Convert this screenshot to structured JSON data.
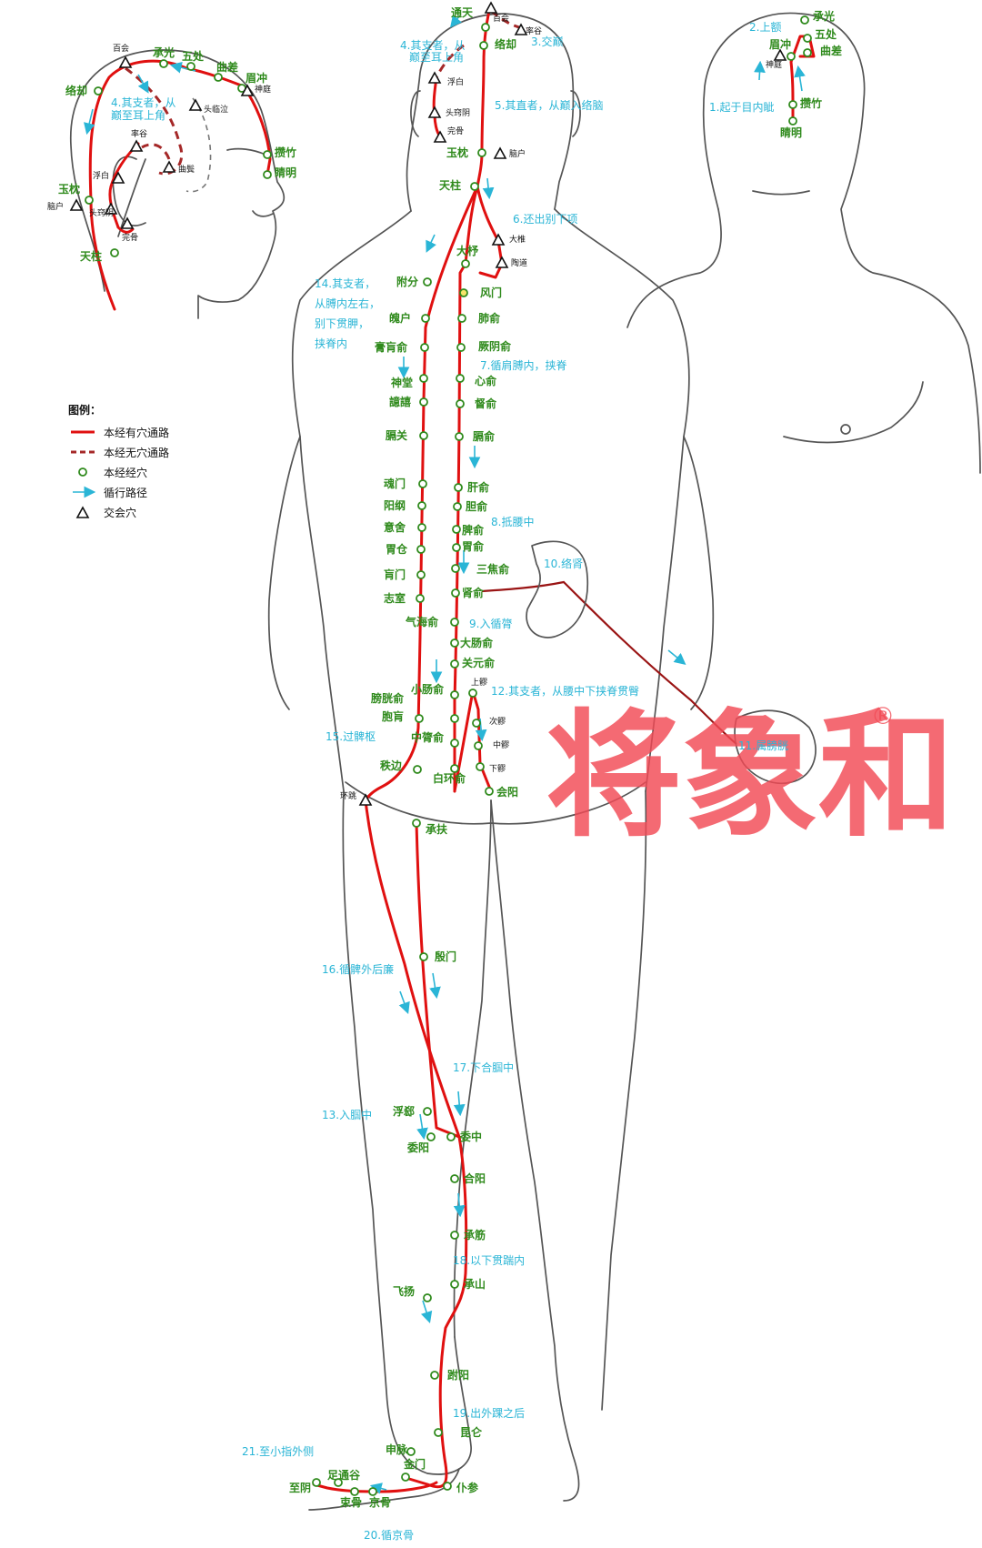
{
  "legend": {
    "title": "图例：",
    "items": [
      {
        "label": "本经有穴通路"
      },
      {
        "label": "本经无穴通路"
      },
      {
        "label": "本经经穴"
      },
      {
        "label": "循行路径"
      },
      {
        "label": "交会穴"
      }
    ]
  },
  "watermark": {
    "text": "将象和",
    "mark": "®"
  },
  "colors": {
    "meridian": "#e01010",
    "dashed": "#a52828",
    "point": "#2f8a1c",
    "step": "#2ab5d6"
  },
  "side_head": {
    "points": [
      "承光",
      "五处",
      "曲差",
      "眉冲",
      "络却",
      "攒竹",
      "睛明",
      "玉枕",
      "天柱"
    ],
    "crossings": [
      "百会",
      "神庭",
      "头临泣",
      "率谷",
      "曲鬓",
      "浮白",
      "脑户",
      "头窍阴",
      "完骨"
    ],
    "steps": [
      "4.其支者，从",
      "巅至耳上角"
    ]
  },
  "back_head": {
    "points": [
      "通天",
      "络却",
      "玉枕",
      "天柱"
    ],
    "crossings": [
      "百会",
      "率谷",
      "浮白",
      "头窍阴",
      "完骨",
      "脑户"
    ],
    "steps": [
      "3.交巅",
      "4.其支者，从",
      "巅至耳上角",
      "5.其直者，从巅入络脑",
      "6.还出别下项"
    ]
  },
  "front_head": {
    "points": [
      "承光",
      "五处",
      "曲差",
      "眉冲",
      "攒竹",
      "睛明"
    ],
    "crossings": [
      "神庭"
    ],
    "steps": [
      "2.上额",
      "1.起于目内眦"
    ]
  },
  "back_points": {
    "inner": [
      "大杼",
      "风门",
      "肺俞",
      "厥阴俞",
      "心俞",
      "督俞",
      "膈俞",
      "肝俞",
      "胆俞",
      "脾俞",
      "胃俞",
      "三焦俞",
      "肾俞",
      "气海俞",
      "大肠俞",
      "关元俞",
      "小肠俞",
      "膀胱俞",
      "中膂俞",
      "白环俞"
    ],
    "outer": [
      "附分",
      "魄户",
      "膏肓俞",
      "神堂",
      "譩譆",
      "膈关",
      "魂门",
      "阳纲",
      "意舍",
      "胃仓",
      "肓门",
      "志室",
      "胞肓",
      "秩边"
    ],
    "sacral": [
      "上髎",
      "次髎",
      "中髎",
      "下髎",
      "会阳"
    ],
    "crossings": [
      "大椎",
      "陶道",
      "环跳"
    ]
  },
  "leg_points": [
    "承扶",
    "殷门",
    "浮郄",
    "委阳",
    "委中",
    "合阳",
    "承筋",
    "承山",
    "飞扬",
    "跗阳",
    "昆仑",
    "申脉",
    "仆参",
    "金门",
    "京骨",
    "束骨",
    "足通谷",
    "至阴"
  ],
  "steps": {
    "s7": "7.循肩膊内，挟脊",
    "s8": "8.抵腰中",
    "s9": "9.入循膂",
    "s10": "10.络肾",
    "s11": "11.属膀胱",
    "s12": "12.其支者，从腰中下挟脊贯臀",
    "s13": "13.入腘中",
    "s14": [
      "14.其支者，",
      "从膊内左右，",
      "别下贯胛，",
      "挟脊内"
    ],
    "s15": "15.过髀枢",
    "s16": "16.循髀外后廉",
    "s17": "17.下合腘中",
    "s18": "18.以下贯踹内",
    "s19": "19.出外踝之后",
    "s20": "20.循京骨",
    "s21": "21.至小指外侧"
  }
}
